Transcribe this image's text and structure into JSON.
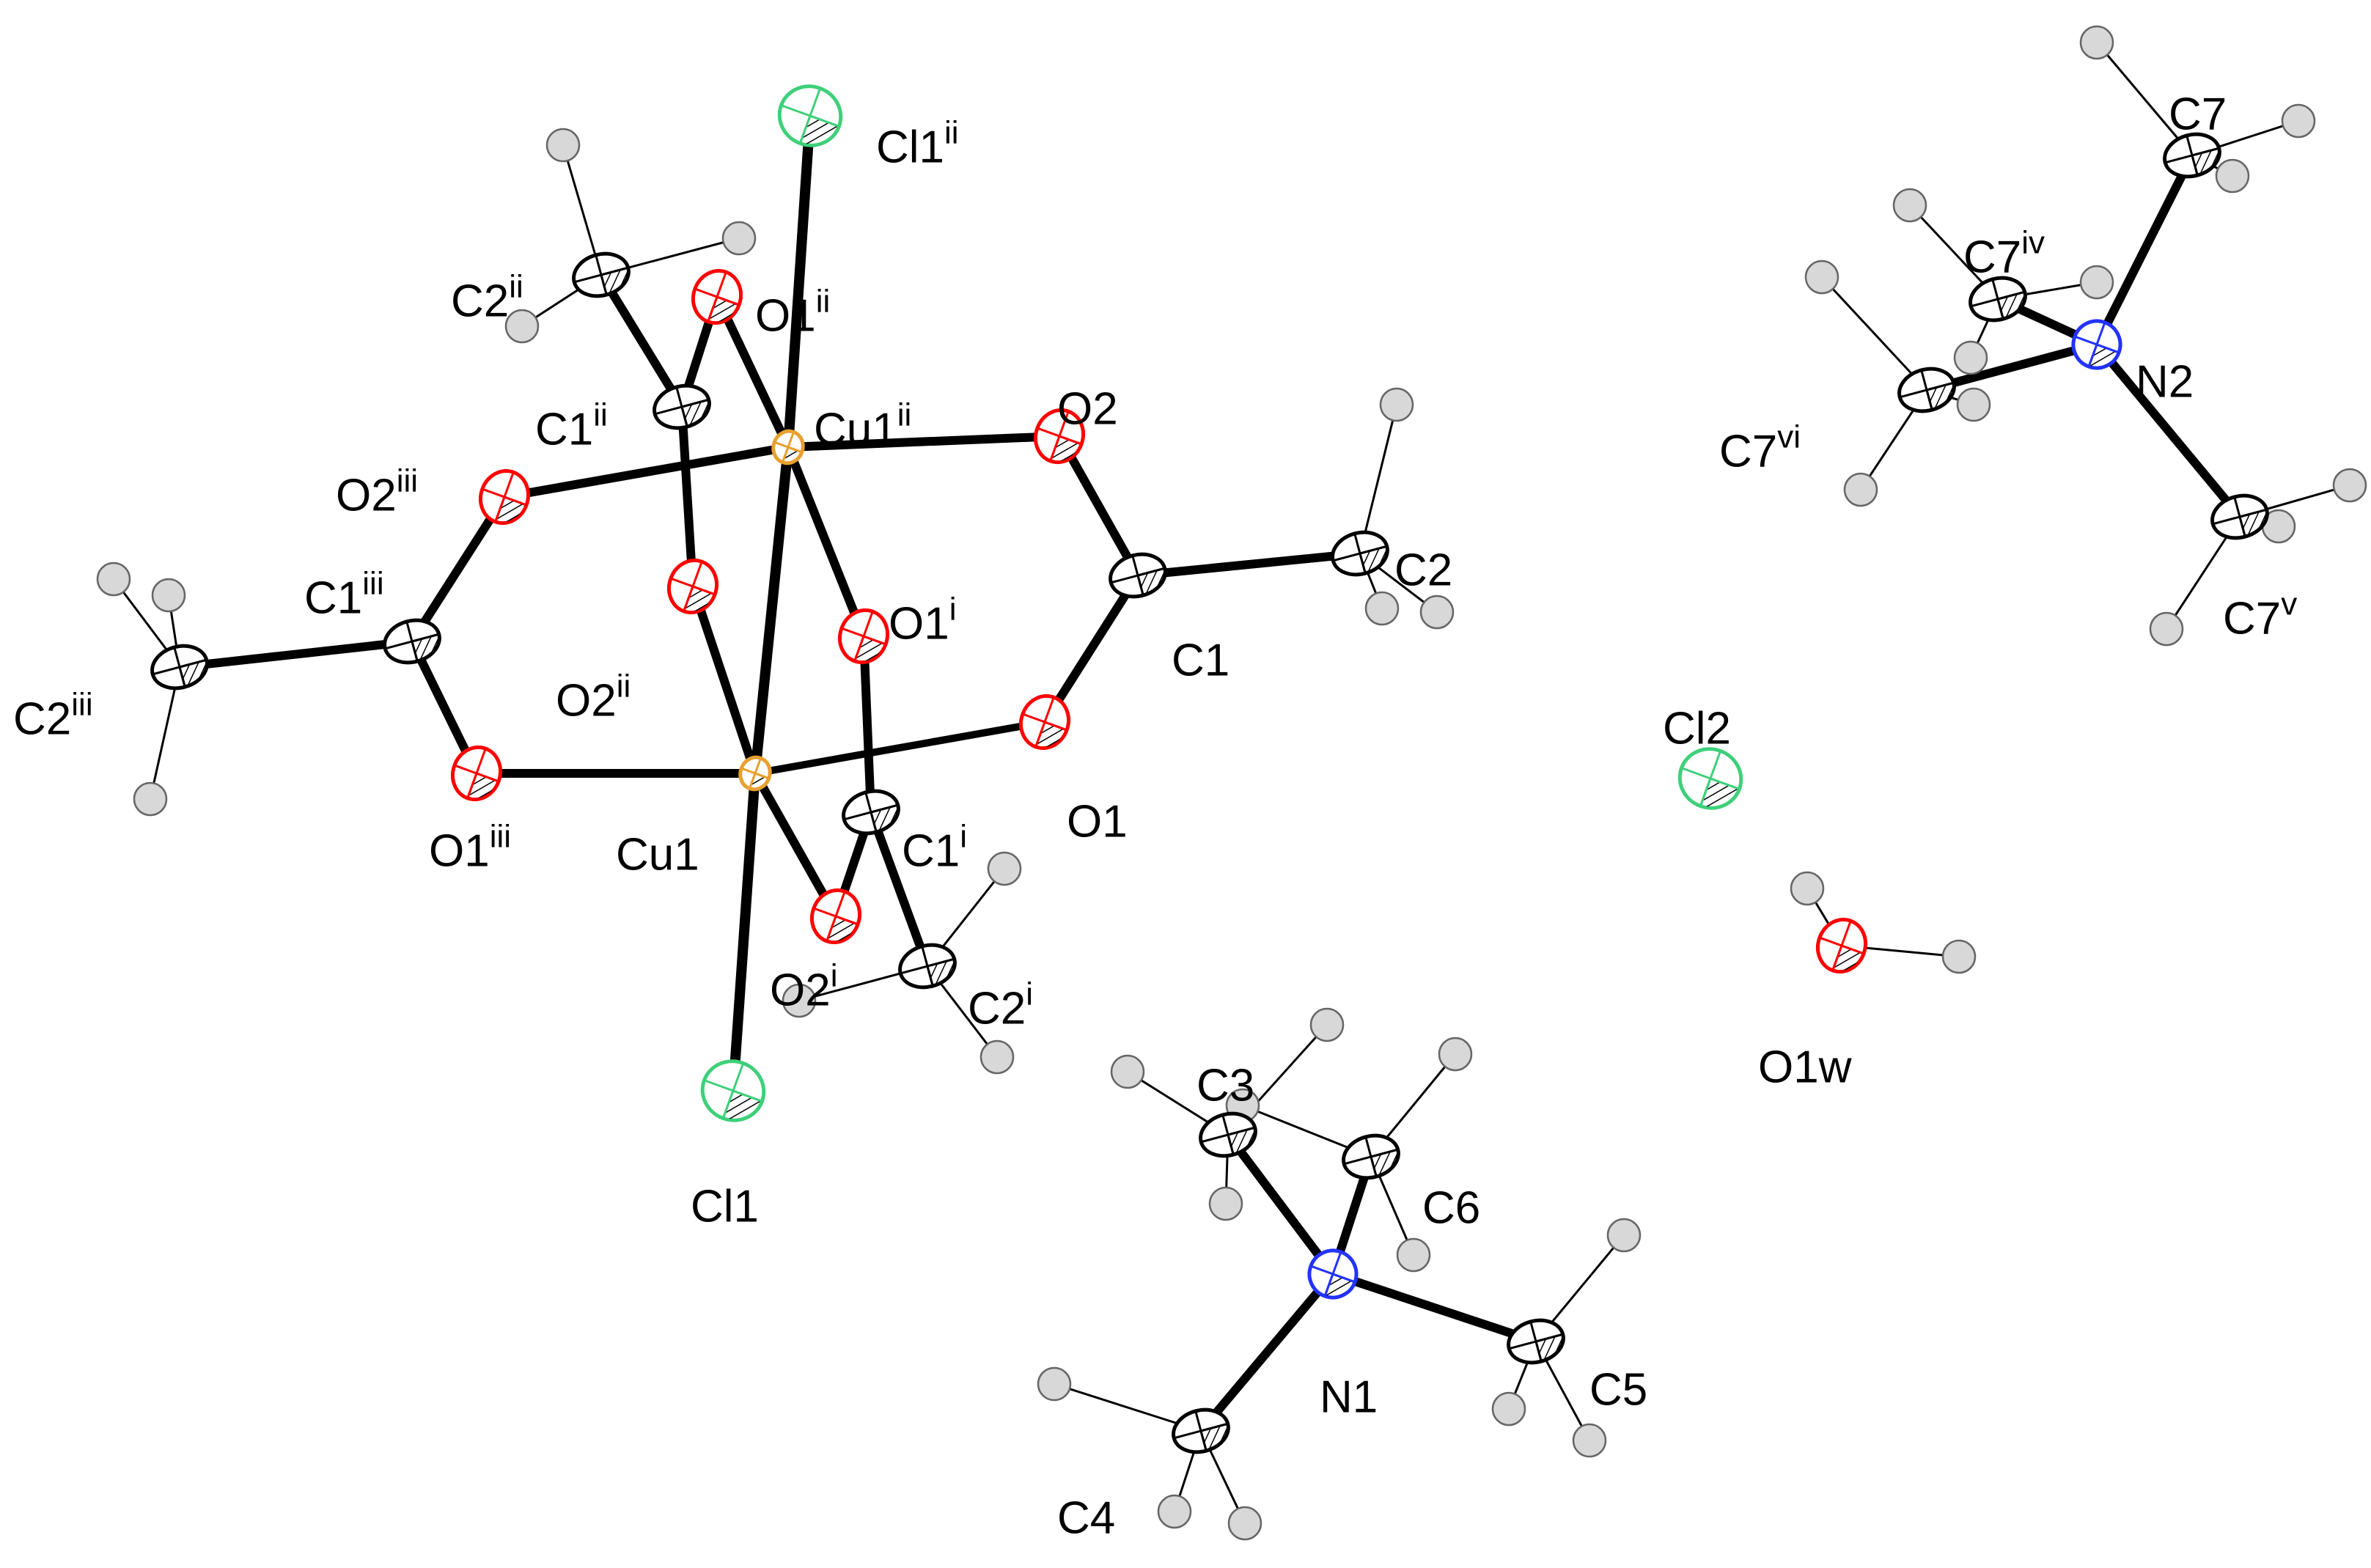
{
  "colors": {
    "Cu": "#e8a030",
    "O": "#ff0000",
    "Cl": "#3fd07a",
    "N": "#2233ff",
    "C": "#ffffff",
    "H": "#d8d8d8",
    "bond": "#000000",
    "text": "#000000"
  },
  "atoms": [
    {
      "id": "Cu1",
      "element": "Cu"
    },
    {
      "id": "Cu1ii",
      "element": "Cu"
    },
    {
      "id": "Cl1",
      "element": "Cl"
    },
    {
      "id": "Cl1ii",
      "element": "Cl"
    },
    {
      "id": "O1",
      "element": "O"
    },
    {
      "id": "O2",
      "element": "O"
    },
    {
      "id": "O1i",
      "element": "O"
    },
    {
      "id": "O2i",
      "element": "O"
    },
    {
      "id": "O1ii",
      "element": "O"
    },
    {
      "id": "O2ii",
      "element": "O"
    },
    {
      "id": "O1iii",
      "element": "O"
    },
    {
      "id": "O2iii",
      "element": "O"
    },
    {
      "id": "C1",
      "element": "C"
    },
    {
      "id": "C2",
      "element": "C"
    },
    {
      "id": "C1i",
      "element": "C"
    },
    {
      "id": "C2i",
      "element": "C"
    },
    {
      "id": "C1ii",
      "element": "C"
    },
    {
      "id": "C2ii",
      "element": "C"
    },
    {
      "id": "C1iii",
      "element": "C"
    },
    {
      "id": "C2iii",
      "element": "C"
    },
    {
      "id": "N1",
      "element": "N"
    },
    {
      "id": "C3",
      "element": "C"
    },
    {
      "id": "C4",
      "element": "C"
    },
    {
      "id": "C5",
      "element": "C"
    },
    {
      "id": "C6",
      "element": "C"
    },
    {
      "id": "N2",
      "element": "N"
    },
    {
      "id": "C7",
      "element": "C"
    },
    {
      "id": "C7iv",
      "element": "C"
    },
    {
      "id": "C7v",
      "element": "C"
    },
    {
      "id": "C7vi",
      "element": "C"
    },
    {
      "id": "Cl2",
      "element": "Cl"
    },
    {
      "id": "O1w",
      "element": "O"
    }
  ],
  "labels": [
    {
      "atom": "Cl1ii",
      "main": "Cl1",
      "sup": "ii"
    },
    {
      "atom": "C2ii",
      "main": "C2",
      "sup": "ii"
    },
    {
      "atom": "O1ii",
      "main": "O1",
      "sup": "ii"
    },
    {
      "atom": "C1ii",
      "main": "C1",
      "sup": "ii"
    },
    {
      "atom": "Cu1ii",
      "main": "Cu1",
      "sup": "ii"
    },
    {
      "atom": "O2",
      "main": "O2",
      "sup": ""
    },
    {
      "atom": "O2iii",
      "main": "O2",
      "sup": "iii"
    },
    {
      "atom": "C2",
      "main": "C2",
      "sup": ""
    },
    {
      "atom": "C1iii",
      "main": "C1",
      "sup": "iii"
    },
    {
      "atom": "O1i",
      "main": "O1",
      "sup": "i"
    },
    {
      "atom": "C1",
      "main": "C1",
      "sup": ""
    },
    {
      "atom": "O2ii",
      "main": "O2",
      "sup": "ii"
    },
    {
      "atom": "C2iii",
      "main": "C2",
      "sup": "iii"
    },
    {
      "atom": "O1",
      "main": "O1",
      "sup": ""
    },
    {
      "atom": "C1i",
      "main": "C1",
      "sup": "i"
    },
    {
      "atom": "O1iii",
      "main": "O1",
      "sup": "iii"
    },
    {
      "atom": "Cu1",
      "main": "Cu1",
      "sup": ""
    },
    {
      "atom": "O2i",
      "main": "O2",
      "sup": "i"
    },
    {
      "atom": "C2i",
      "main": "C2",
      "sup": "i"
    },
    {
      "atom": "Cl1",
      "main": "Cl1",
      "sup": ""
    },
    {
      "atom": "C3",
      "main": "C3",
      "sup": ""
    },
    {
      "atom": "C6",
      "main": "C6",
      "sup": ""
    },
    {
      "atom": "C5",
      "main": "C5",
      "sup": ""
    },
    {
      "atom": "N1",
      "main": "N1",
      "sup": ""
    },
    {
      "atom": "C4",
      "main": "C4",
      "sup": ""
    },
    {
      "atom": "C7",
      "main": "C7",
      "sup": ""
    },
    {
      "atom": "C7iv",
      "main": "C7",
      "sup": "iv"
    },
    {
      "atom": "N2",
      "main": "N2",
      "sup": ""
    },
    {
      "atom": "C7vi",
      "main": "C7",
      "sup": "vi"
    },
    {
      "atom": "C7v",
      "main": "C7",
      "sup": "v"
    },
    {
      "atom": "Cl2",
      "main": "Cl2",
      "sup": ""
    },
    {
      "atom": "O1w",
      "main": "O1w",
      "sup": ""
    }
  ]
}
